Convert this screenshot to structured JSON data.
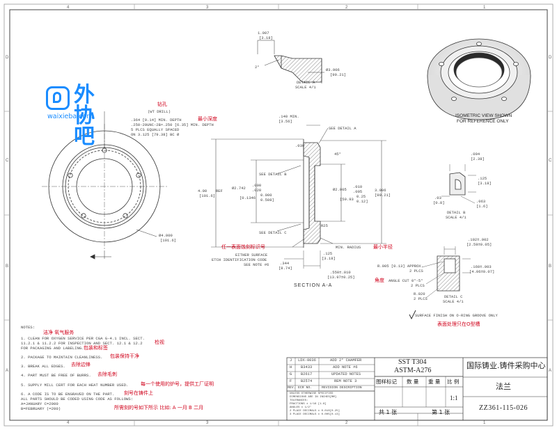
{
  "logo": {
    "brand": "外协吧",
    "url": "waixieba.com"
  },
  "border": {
    "top_labels": [
      "4",
      "3",
      "2",
      "1"
    ],
    "bottom_labels": [
      "4",
      "3",
      "2",
      "1"
    ],
    "left_labels": [
      "D",
      "C",
      "B",
      "A"
    ],
    "right_labels": [
      "D",
      "C",
      "B",
      "A"
    ]
  },
  "front_view": {
    "callouts": [
      "(WT DRILL)",
      ".364 [9.14] MIN. DEPTH",
      ".250-20UNC-2B×.250 [6.35] MIN. DEPTH",
      "5 PLCS EQUALLY SPACED",
      "ON 3.125 [79.38] BC Ø"
    ],
    "od_label": "Ø4.000",
    "od_metric": "[101.6]",
    "annot_drill": "钻孔",
    "annot_depth": "最小深度"
  },
  "detail_a": {
    "dim_top": "1.007",
    "dim_top_metric": "[3.18]",
    "angle": "2°",
    "dim_dia": "Ø3.906",
    "dim_dia_metric": "[99.21]",
    "title": "DETAIL  A",
    "scale": "SCALE  4/1"
  },
  "isometric": {
    "line1": "ISOMETRIC VIEW SHOWN",
    "line2": "FOR REFERENCE ONLY"
  },
  "section": {
    "min_label": ".140   MIN.",
    "min_metric": "[3.56]",
    "see_detail_a": "SEE DETAIL  A",
    "angle45": "45°",
    "chamfer": ".030",
    "see_detail_b": "SEE DETAIL  B",
    "ref_dia": "4.00",
    "ref_tag": "REF",
    "ref_metric": "[101.6]",
    "bore1": "Ø2.742",
    "bore1_plus": ".000",
    "bore1_minus": ".020",
    "bore1_metric": "[0.1346",
    "bore1_metric_plus": "0.000",
    "bore1_metric_minus": "0.508]",
    "bore2": "Ø2.005",
    "bore2_plus": ".010",
    "bore2_minus": ".005",
    "bore2_metric": "[50.93",
    "bore2_metric_plus": "0.25",
    "bore2_metric_minus": "0.12]",
    "od": "3.906",
    "od_metric": "[99.21]",
    "see_detail_c": "SEE DETAIL  C",
    "radius_small": "R25",
    "surface1": "EITHER SURFACE",
    "surface2": "ETCH IDENTIFICATION CODE",
    "surface3": "SEE NOTE #6",
    "radius_val": ".125",
    "radius_metric": "[3.18]",
    "radius_txt": "MIN. RADIUS",
    "thk": ".344",
    "thk_metric": "[8.74]",
    "w": ".550±.010",
    "w_metric": "[13.97±0.25]",
    "title": "SECTION  A-A",
    "annot_etch": "任一表面蚀刻标识号",
    "annot_radius": "最小半径"
  },
  "detail_b": {
    "d1": ".094",
    "d1_metric": "[2.38]",
    "d2": ".125",
    "d2_metric": "[3.18]",
    "d3": ".03",
    "d3_metric": "[0.8]",
    "d4": ".063",
    "d4_metric": "[1.6]",
    "title": "DETAIL  B",
    "scale": "SCALE  4/1"
  },
  "detail_c": {
    "d1": ".102±.002",
    "d1_metric": "[2.59±0.05]",
    "d2": "R.005 [0.13] APPROX.",
    "d2b": "2 PLCS",
    "angle": "ANGLE CUT 0°-5°",
    "angle_plcs": "2 PLCS",
    "r2": "R.020",
    "r2_plcs": "2 PLCS",
    "d3": ".160±.003",
    "d3_metric": "[4.06±0.07]",
    "title": "DETAIL  C",
    "scale": "SCALE  4/1",
    "annot_angle": "角度",
    "finish": "SURFACE FINISH ON O-RING GROOVE ONLY",
    "annot_finish": "表面处理只在O型槽"
  },
  "notes": {
    "header": "NOTES:",
    "n1a": "1. CLEAN FOR OXYGEN SERVICE PER CGA G-4.1 INCL. SECT.",
    "n1b": "   11.2.1 & 11.2.2 FOR INSPECTION AND SECT. 12.1 & 12.2",
    "n1c": "   FOR PACKAGING AND LABELING.",
    "n2": "2. PACKAGE TO MAINTAIN CLEANLINESS.",
    "n3": "3. BREAK ALL EDGES.",
    "n4": "4. PART MUST BE FREE OF BURRS.",
    "n5": "5. SUPPLY MILL CERT FOR EACH HEAT NUMBER USED.",
    "n6a": "6. A CODE IS TO BE ENGRAVED ON THE PART.",
    "n6b": "   ALL PARTS SHOULD BE CODED USING CODE AS FOLLOWS:",
    "n6c": "   A=JANUARY            C=2000",
    "n6d": "   B=FEBRUARY           (=200)",
    "cn1": "洁净 氧气服务",
    "cn1b": "检视",
    "cn1c": "包装和标签",
    "cn2": "包装保持干净",
    "cn3": "去除边锋",
    "cn4": "去除毛刺",
    "cn5": "每一个使用的炉号，提供工厂证明",
    "cn6": "刻号在铸件上",
    "cn6b": "所需刻的号如下所示 比如: A 一月 B 二月"
  },
  "revisions": {
    "rows": [
      {
        "rev": "J",
        "ecr": "LDX-0036",
        "desc": "ADD 2° CHAMFER"
      },
      {
        "rev": "H",
        "ecr": "B3433",
        "desc": "ADD NOTE #6"
      },
      {
        "rev": "G",
        "ecr": "B2617",
        "desc": "UPDATED NOTES"
      },
      {
        "rev": "F",
        "ecr": "B2574",
        "desc": "REM NOTE 3"
      }
    ],
    "hdr_rev": "REV.",
    "hdr_ecr": "ECR NO.",
    "hdr_desc": "REVISION DESCRIPTION"
  },
  "tolerance": {
    "l1": "UNLESS OTHERWISE SPECIFIED",
    "l2": "DIMENSIONS ARE IN INCHES[MM]",
    "l3": "TOLERANCES:",
    "l4": "FRACTIONS ± 1/16 [1.6]",
    "l5": "ANGLES ± 1/2°",
    "l6": "2 PLACE DECIMALS ± 0.010[0.25]",
    "l7": "3 PLACE DECIMALS ± 0.005[0.13]"
  },
  "title_block": {
    "material1": "SST T304",
    "material2": "ASTM-A276",
    "company": "国际铸业.铸件采购中心",
    "part_name": "法兰",
    "hdr": [
      "图样标记",
      "数 量",
      "重 量",
      "比 例"
    ],
    "scale": "1:1",
    "sheets_total": "共 1 张",
    "sheet_no": "第 1 张",
    "drawing_no": "ZZ361-115-026"
  }
}
